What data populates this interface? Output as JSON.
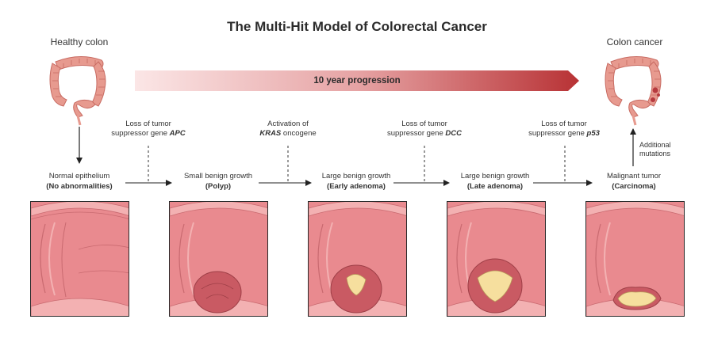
{
  "title": "The Multi-Hit Model of Colorectal Cancer",
  "healthy_label": "Healthy colon",
  "cancer_label": "Colon cancer",
  "progression_label": "10 year progression",
  "additional_mutations": {
    "line1": "Additional",
    "line2": "mutations"
  },
  "events": [
    {
      "line1": "Loss of tumor",
      "line2_prefix": "suppressor gene ",
      "gene": "APC",
      "line2_suffix": ""
    },
    {
      "line1": "Activation of",
      "line2_prefix": "",
      "gene": "KRAS",
      "line2_suffix": " oncogene"
    },
    {
      "line1": "Loss of tumor",
      "line2_prefix": "suppressor gene ",
      "gene": "DCC",
      "line2_suffix": ""
    },
    {
      "line1": "Loss of tumor",
      "line2_prefix": "suppressor gene ",
      "gene": "p53",
      "line2_suffix": ""
    }
  ],
  "stages": [
    {
      "name": "Normal epithelium",
      "sub": "(No abnormalities)"
    },
    {
      "name": "Small benign growth",
      "sub": "(Polyp)"
    },
    {
      "name": "Large benign growth",
      "sub": "(Early adenoma)"
    },
    {
      "name": "Large benign growth",
      "sub": "(Late adenoma)"
    },
    {
      "name": "Malignant tumor",
      "sub": "(Carcinoma)"
    }
  ],
  "colors": {
    "colon": "#e79a8f",
    "colon_outline": "#c86b62",
    "tissue": "#e98a8f",
    "fold": "#f3b1b2",
    "polyp": "#c95a63",
    "tumor_core": "#f6df9e",
    "bar_start": "#fbe3e3",
    "bar_end": "#b83235"
  }
}
